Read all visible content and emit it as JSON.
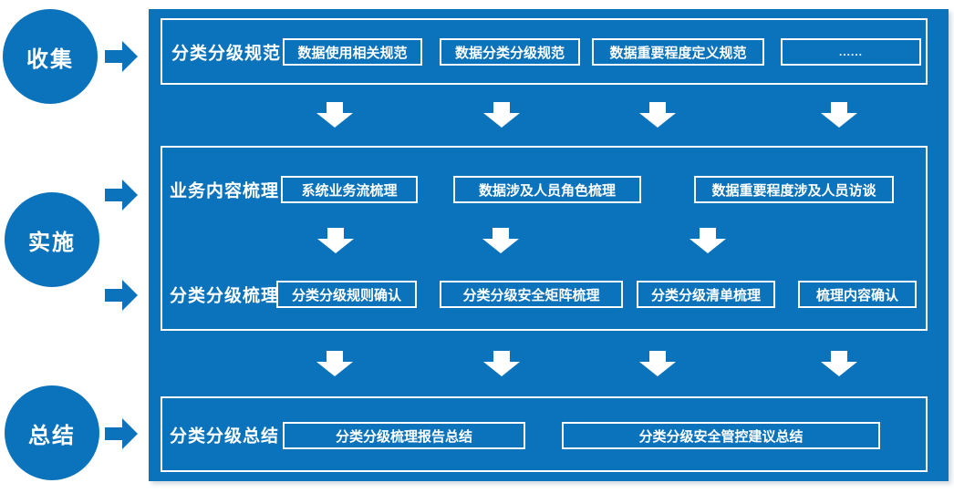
{
  "colors": {
    "primary_blue": "#0b72bc",
    "text_white": "#ffffff"
  },
  "stages": [
    {
      "label": "收集"
    },
    {
      "label": "实施"
    },
    {
      "label": "总结"
    }
  ],
  "sections": [
    {
      "label": "分类分级规范",
      "boxes": [
        "数据使用相关规范",
        "数据分类分级规范",
        "数据重要程度定义规范",
        "......"
      ]
    },
    {
      "label": "业务内容梳理",
      "boxes": [
        "系统业务流梳理",
        "数据涉及人员角色梳理",
        "数据重要程度涉及人员访谈"
      ]
    },
    {
      "label": "分类分级梳理",
      "boxes": [
        "分类分级规则确认",
        "分类分级安全矩阵梳理",
        "分类分级清单梳理",
        "梳理内容确认"
      ]
    },
    {
      "label": "分类分级总结",
      "boxes": [
        "分类分级梳理报告总结",
        "分类分级安全管控建议总结"
      ]
    }
  ],
  "icons": {
    "right_arrow": "right-arrow",
    "down_arrow": "down-arrow"
  }
}
